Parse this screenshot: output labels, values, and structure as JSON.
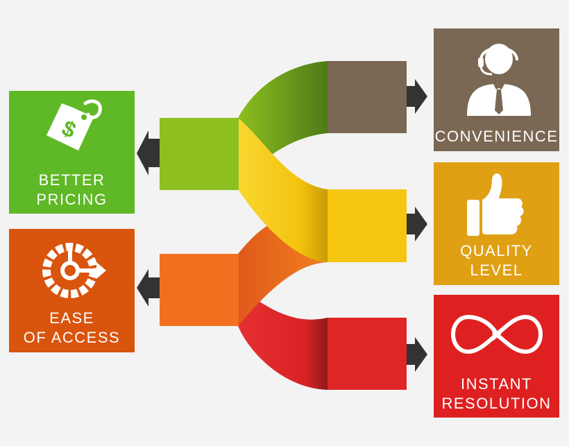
{
  "cards": {
    "better_pricing": {
      "line1": "BETTER",
      "line2": "PRICING",
      "color": "#5fb826"
    },
    "ease_of_access": {
      "line1": "EASE",
      "line2": "OF ACCESS",
      "color": "#d9540d"
    },
    "convenience": {
      "line1": "CONVENIENCE",
      "color": "#7a6854"
    },
    "quality_level": {
      "line1": "QUALITY",
      "line2": "LEVEL",
      "color": "#e0a014"
    },
    "instant_resolution": {
      "line1": "INSTANT",
      "line2": "RESOLUTION",
      "color": "#df2020"
    }
  },
  "icons": {
    "better_pricing": "price-tag-dollar-icon",
    "ease_of_access": "clock-arrow-icon",
    "convenience": "headset-agent-icon",
    "quality_level": "thumbs-up-icon",
    "instant_resolution": "infinity-loop-icon"
  },
  "ribbon_colors": {
    "green": "#8cbf1f",
    "orange": "#f36f20",
    "brown": "#7a6854",
    "yellow": "#f6c510",
    "red": "#df2525"
  }
}
